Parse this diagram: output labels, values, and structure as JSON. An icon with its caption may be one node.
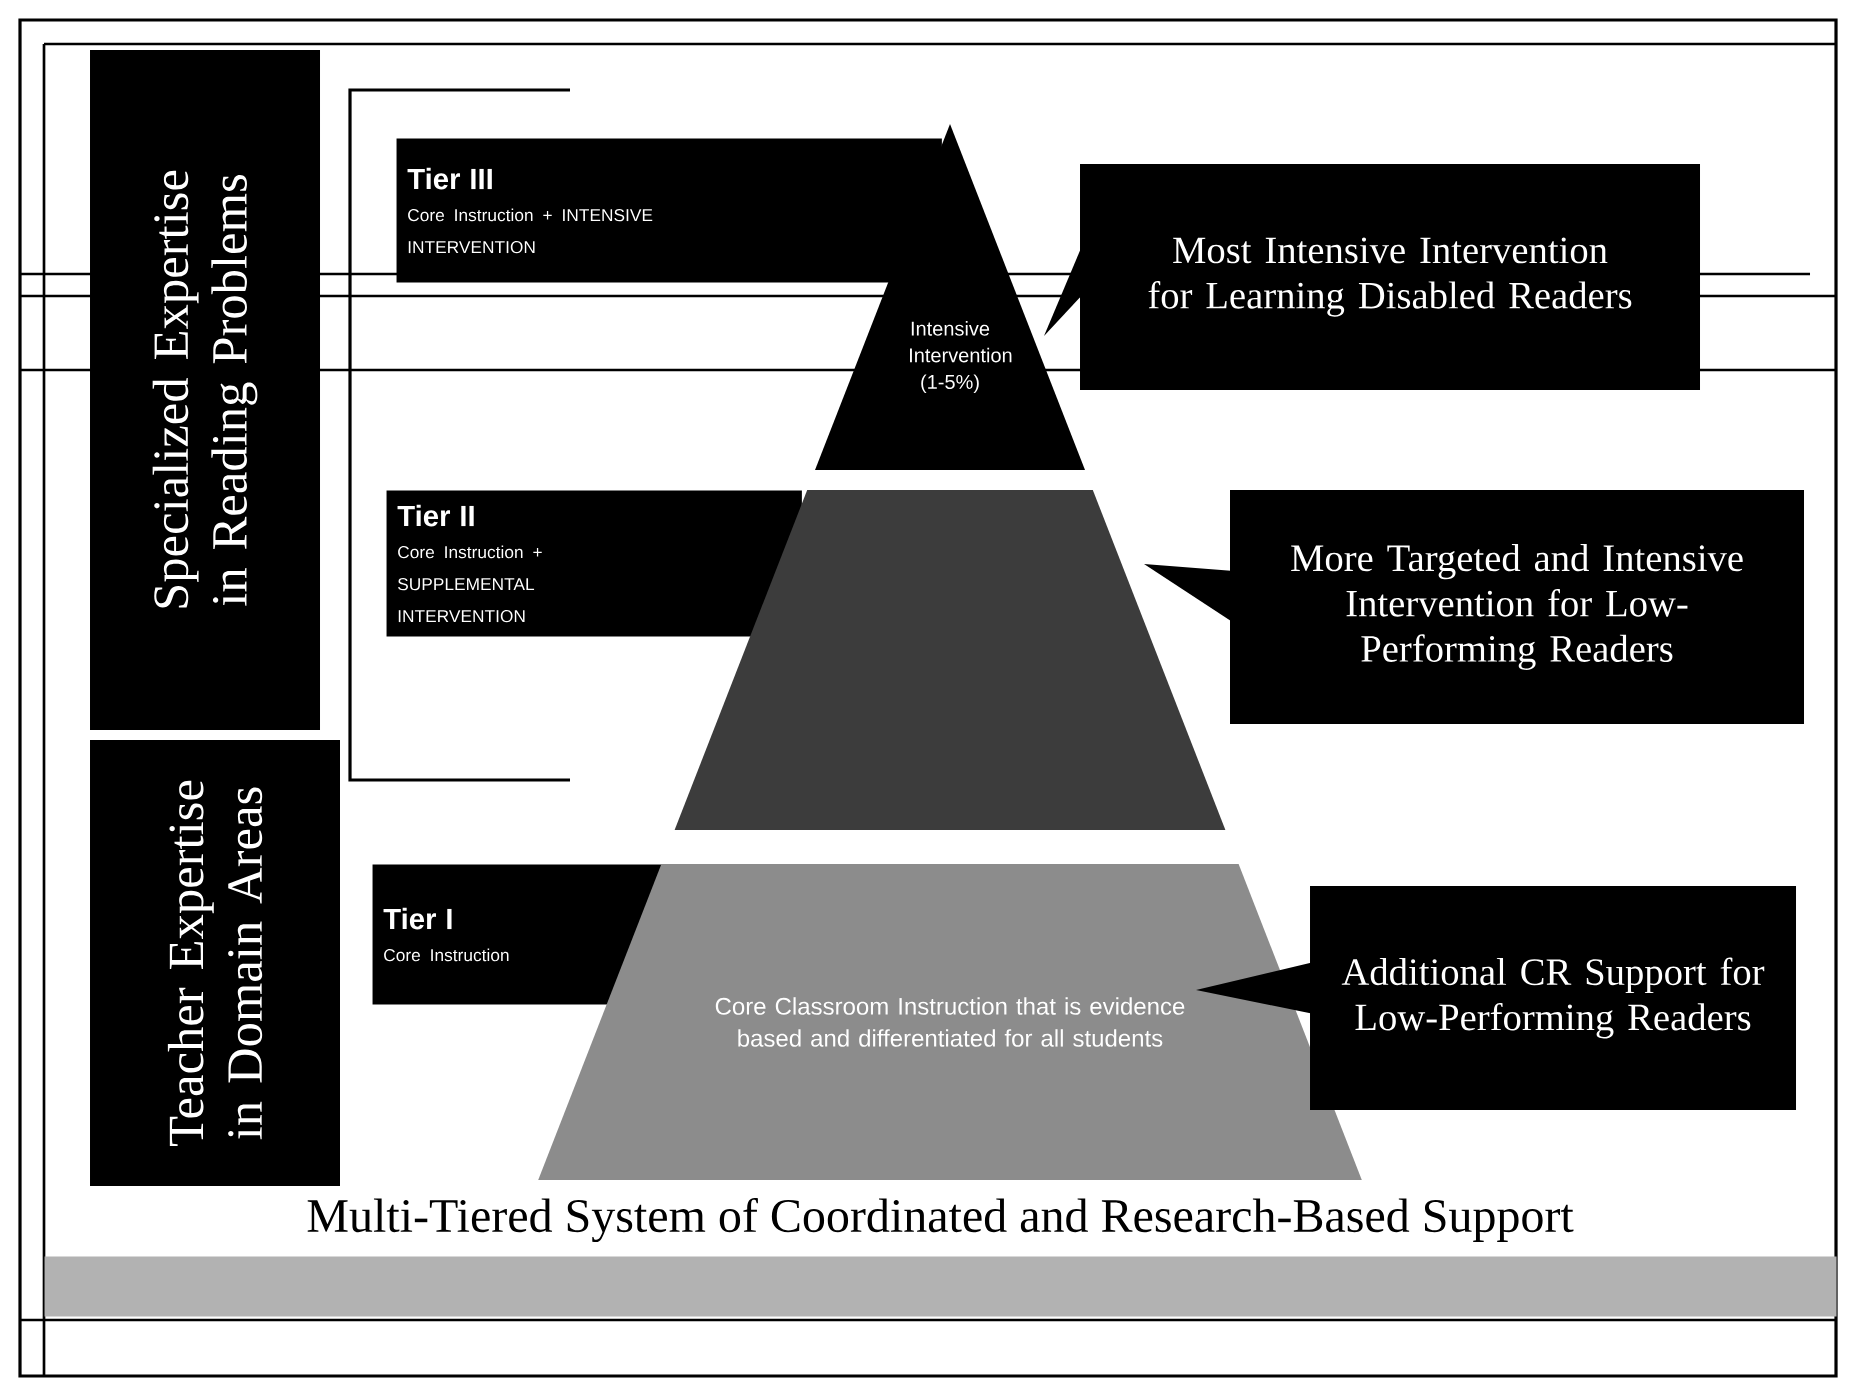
{
  "diagram": {
    "caption": "Multi-Tiered System of Coordinated and Research-Based Support",
    "nodes": [
      {
        "text": [
          "Specialized Expertise in Reading Problems"
        ]
      },
      {
        "text": [
          "Teacher Expertise in Domain Areas"
        ]
      },
      {
        "text": [
          "Tier III",
          "Core Instruction + INTENSIVE INTERVENTION"
        ]
      },
      {
        "text": [
          "Intensive Intervention (1-5%)"
        ]
      },
      {
        "text": [
          "Most Intensive Intervention for Learning Disabled Readers"
        ]
      },
      {
        "text": [
          "Tier II",
          "Core Instruction + SUPPLEMENTAL INTERVENTION"
        ]
      },
      {
        "text": [],
        "shape": "trapezoid"
      },
      {
        "text": [
          "More Targeted and Intensive Intervention for Low-Performing Readers"
        ]
      },
      {
        "text": [
          "Tier I",
          "Core Instruction"
        ]
      },
      {
        "text": [
          "Core Classroom Instruction that is evidence based and differentiated for all students"
        ]
      },
      {
        "text": [
          "Additional CR Support for Low-Performing Readers"
        ]
      },
      {
        "text": [],
        "shape": "band"
      }
    ]
  }
}
